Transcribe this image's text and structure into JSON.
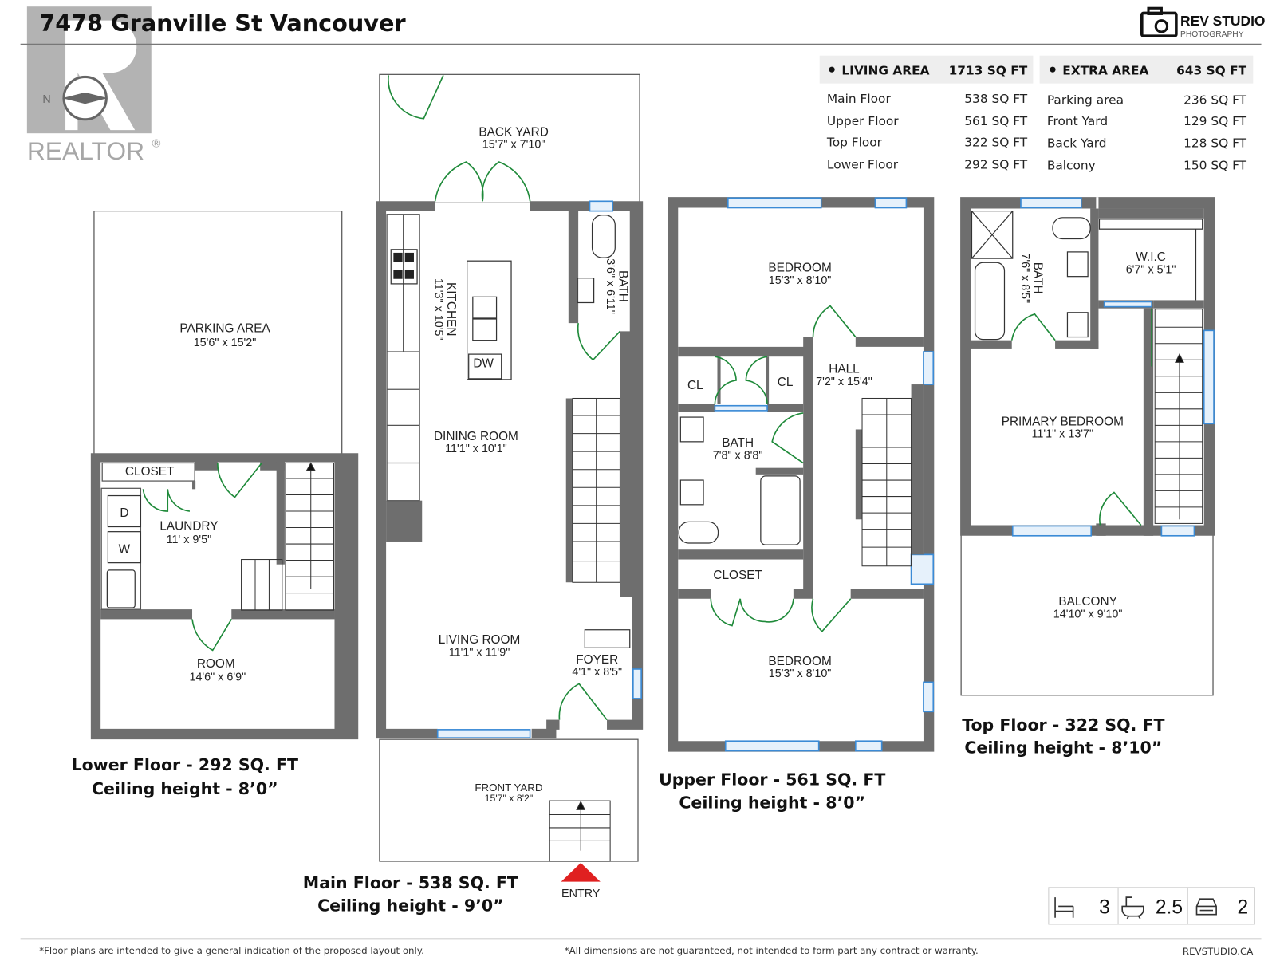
{
  "header": {
    "title": "7478 Granville St Vancouver"
  },
  "watermark": {
    "brand": "REALTOR",
    "registered": "®",
    "compass_letter": "N"
  },
  "logo": {
    "name": "REV STUDIO",
    "sub": "PHOTOGRAPHY",
    "icon": "camera-icon"
  },
  "living_area": {
    "label": "LIVING AREA",
    "total": "1713 SQ FT",
    "rows": [
      {
        "name": "Main Floor",
        "value": "538 SQ FT"
      },
      {
        "name": "Upper Floor",
        "value": "561 SQ FT"
      },
      {
        "name": "Top Floor",
        "value": "322 SQ FT"
      },
      {
        "name": "Lower Floor",
        "value": "292 SQ FT"
      }
    ]
  },
  "extra_area": {
    "label": "EXTRA AREA",
    "total": "643 SQ FT",
    "rows": [
      {
        "name": "Parking area",
        "value": "236 SQ FT"
      },
      {
        "name": "Front Yard",
        "value": "129 SQ FT"
      },
      {
        "name": "Back Yard",
        "value": "128 SQ FT"
      },
      {
        "name": "Balcony",
        "value": "150 SQ FT"
      }
    ]
  },
  "floors": {
    "lower": {
      "caption": "Lower Floor - 292 SQ. FT",
      "ceiling": "Ceiling height - 8’0”",
      "rooms": {
        "parking": {
          "name": "PARKING AREA",
          "dims": "15'6\" x 15'2\""
        },
        "closet": {
          "name": "CLOSET"
        },
        "laundry": {
          "name": "LAUNDRY",
          "dims": "11' x 9'5\""
        },
        "room": {
          "name": "ROOM",
          "dims": "14'6\" x 6'9\""
        },
        "dryer": "D",
        "washer": "W"
      }
    },
    "main": {
      "caption": "Main Floor - 538 SQ. FT",
      "ceiling": "Ceiling height - 9’0”",
      "rooms": {
        "backyard": {
          "name": "BACK YARD",
          "dims": "15'7\" x 7'10\""
        },
        "kitchen": {
          "name": "KITCHEN",
          "dims": "11'3\" x 10'5\""
        },
        "bath": {
          "name": "BATH",
          "dims": "3'6\" x 6'11\""
        },
        "dining": {
          "name": "DINING ROOM",
          "dims": "11'1\" x 10'1\""
        },
        "living": {
          "name": "LIVING ROOM",
          "dims": "11'1\" x 11'9\""
        },
        "foyer": {
          "name": "FOYER",
          "dims": "4'1\" x 8'5\""
        },
        "frontyard": {
          "name": "FRONT YARD",
          "dims": "15'7\" x 8'2\""
        },
        "dishwasher": "DW"
      },
      "entry": "ENTRY"
    },
    "upper": {
      "caption": "Upper Floor - 561 SQ. FT",
      "ceiling": "Ceiling height - 8’0”",
      "rooms": {
        "bedroom1": {
          "name": "BEDROOM",
          "dims": "15'3\" x 8'10\""
        },
        "cl1": {
          "name": "CL"
        },
        "cl2": {
          "name": "CL"
        },
        "hall": {
          "name": "HALL",
          "dims": "7'2\" x 15'4\""
        },
        "bath": {
          "name": "BATH",
          "dims": "7'8\" x 8'8\""
        },
        "closet": {
          "name": "CLOSET"
        },
        "bedroom2": {
          "name": "BEDROOM",
          "dims": "15'3\" x 8'10\""
        }
      }
    },
    "top": {
      "caption": "Top Floor - 322 SQ. FT",
      "ceiling": "Ceiling height - 8’10”",
      "rooms": {
        "bath": {
          "name": "BATH",
          "dims": "7'6\" x 8'5\""
        },
        "wic": {
          "name": "W.I.C",
          "dims": "6'7\" x 5'1\""
        },
        "primary": {
          "name": "PRIMARY BEDROOM",
          "dims": "11'1\" x 13'7\""
        },
        "balcony": {
          "name": "BALCONY",
          "dims": "14'10\" x 9'10\""
        }
      }
    }
  },
  "stats": {
    "beds": "3",
    "baths": "2.5",
    "parking": "2",
    "icons": [
      "bed-icon",
      "bathtub-icon",
      "car-icon"
    ]
  },
  "footer": {
    "left": "*Floor plans are intended to give a general indication of the proposed layout only.",
    "middle": "*All dimensions are not guaranteed, not intended to form part any contract or warranty.",
    "right": "REVSTUDIO.CA"
  },
  "colors": {
    "wall": "#6e6e6e",
    "door": "#1f8a3a",
    "window": "#3b8bd6",
    "entry": "#e02020",
    "header_bg": "#eeeeee"
  }
}
